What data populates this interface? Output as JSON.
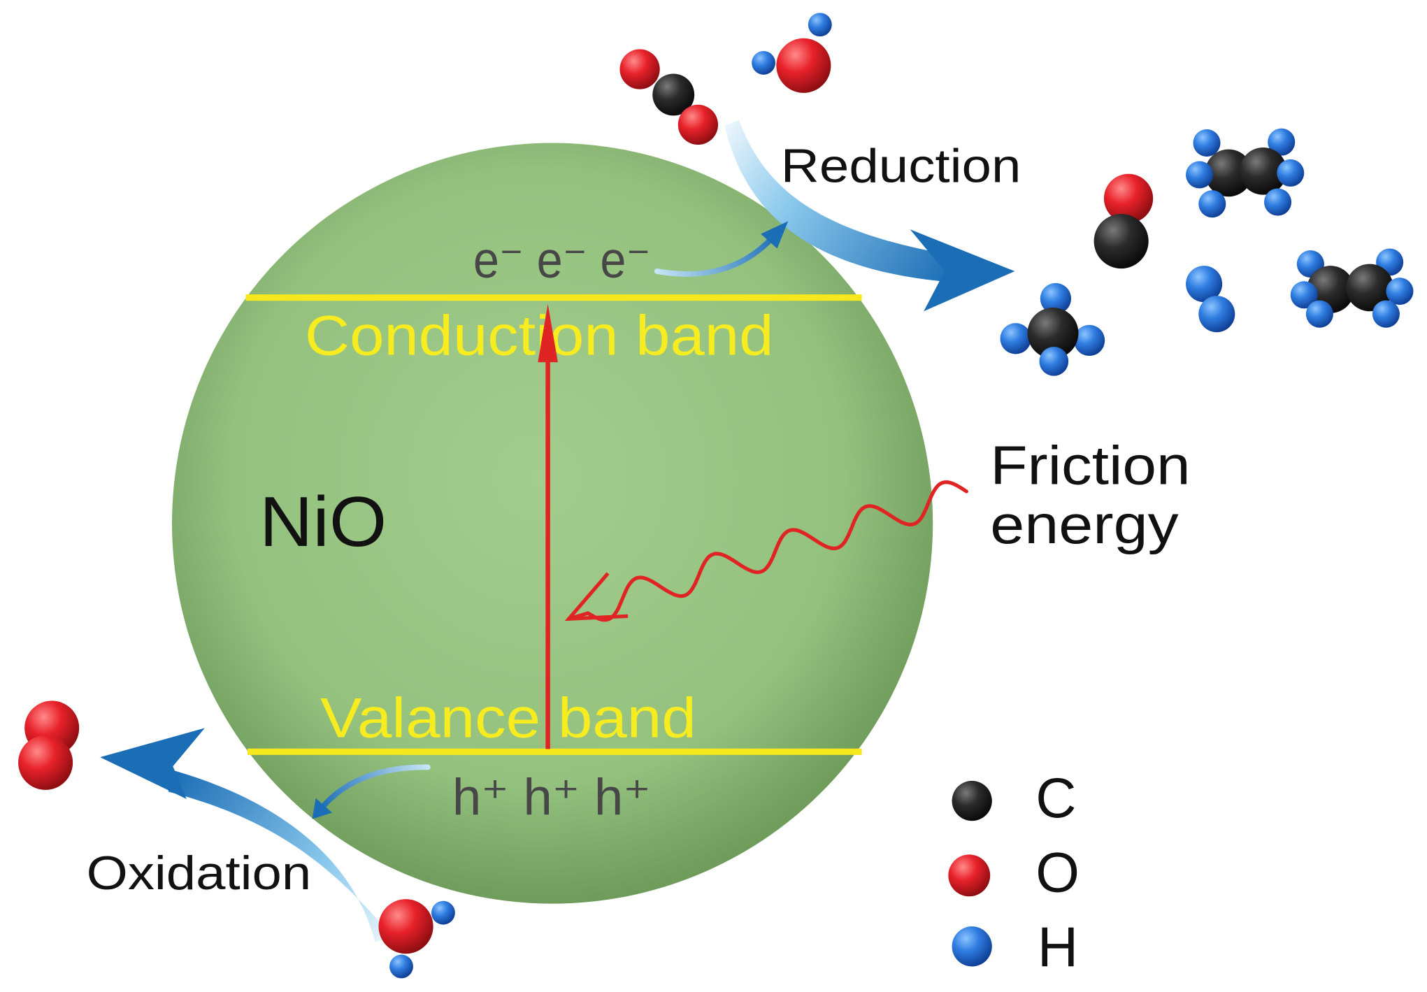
{
  "diagram": {
    "particle_label": "NiO",
    "conduction_band": "Conduction band",
    "valence_band": "Valance band",
    "electrons": "e⁻ e⁻ e⁻",
    "holes": "h⁺ h⁺ h⁺",
    "reduction": "Reduction",
    "oxidation": "Oxidation",
    "energy_input": [
      "Friction",
      "energy"
    ]
  },
  "legend": [
    {
      "symbol": "C",
      "color": "#2b2b2b"
    },
    {
      "symbol": "O",
      "color": "#e3202a"
    },
    {
      "symbol": "H",
      "color": "#2f7de1"
    }
  ],
  "colors": {
    "particle": "#95c27f",
    "band_line": "#f5e81c",
    "excitation_arrow": "#e02424",
    "flow_arrow": "#1b6db5"
  }
}
